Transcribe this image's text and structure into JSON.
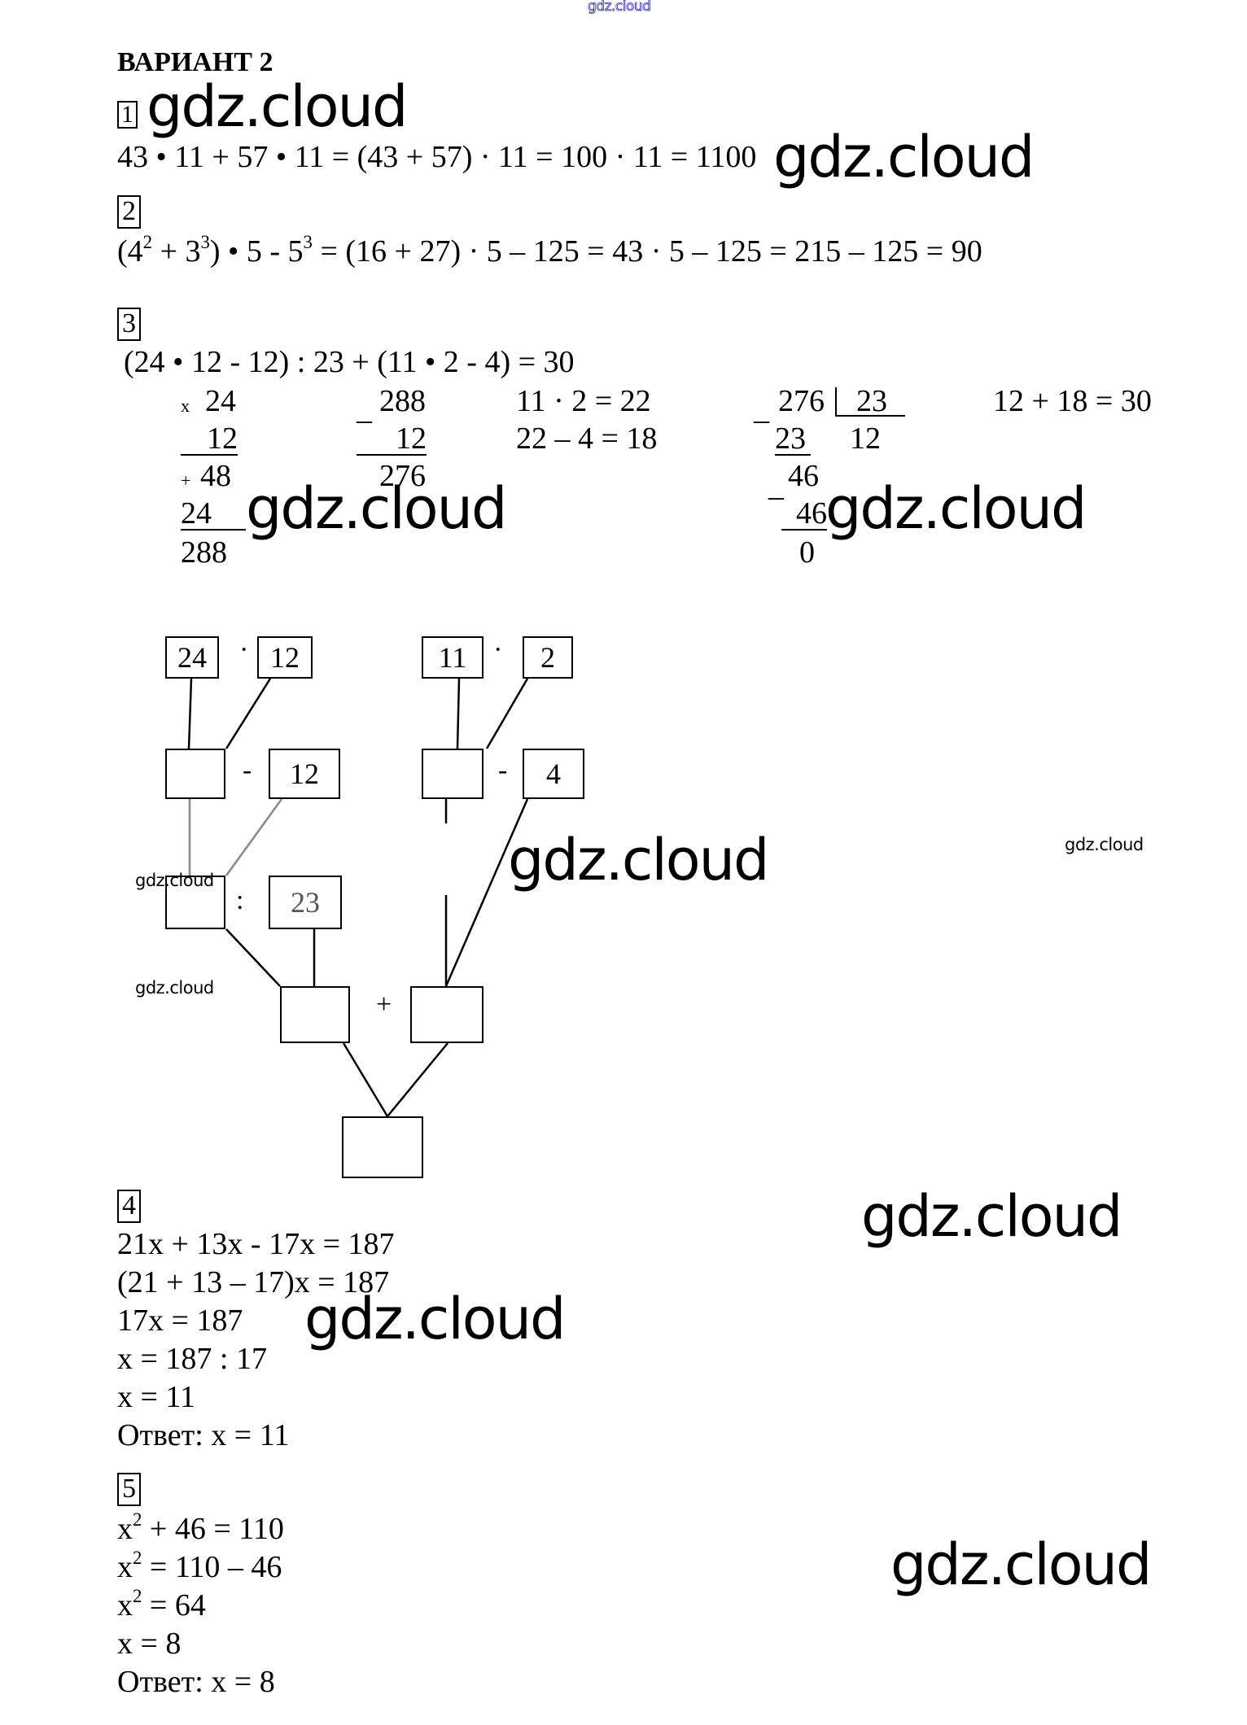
{
  "watermark": {
    "text": "gdz.cloud",
    "top_color": "#2b2bb0"
  },
  "title": "ВАРИАНТ 2",
  "problems": {
    "p1": {
      "number": "1",
      "line": "43 • 11 + 57 • 11 = (43 + 57) · 11 = 100 · 11 = 1100"
    },
    "p2": {
      "number": "2",
      "line_prefix_open": "(4",
      "exp1": "2",
      "plus": " + 3",
      "exp2": "3",
      "mid": ") • 5 - 5",
      "exp3": "3",
      "rest": " = (16 + 27) · 5 – 125 = 43 · 5 – 125 = 215 – 125 = 90"
    },
    "p3": {
      "number": "3",
      "expression": "(24 • 12 - 12) : 23 + (11 • 2 - 4) = 30",
      "mult": {
        "sign": "x",
        "a": "24",
        "b": "12",
        "plus_sign": "+",
        "partial1": "48",
        "partial2": "24",
        "result": "288"
      },
      "sub": {
        "sign": "_",
        "a": "288",
        "b": "12",
        "result": "276"
      },
      "side_calc": [
        "11 · 2 = 22",
        "22 – 4 = 18"
      ],
      "division": {
        "sign": "_",
        "dividend": "276",
        "divisor": "23",
        "step1": "23",
        "quotient": "12",
        "sign2": "_",
        "step2": "46",
        "step3": "46",
        "remainder": "0"
      },
      "final": "12 + 18 = 30",
      "tree": {
        "left_top": [
          "24",
          "·",
          "12"
        ],
        "right_top": [
          "11",
          "·",
          "2"
        ],
        "left_mid_op": "-",
        "left_mid_value": "12",
        "right_mid_op": "-",
        "right_mid_value": "4",
        "left_low_op": ":",
        "left_low_value": "23",
        "sum_op": "+"
      }
    },
    "p4": {
      "number": "4",
      "lines": [
        "21x + 13x - 17x = 187",
        "(21 + 13 – 17)x = 187",
        "17x = 187",
        "x = 187 : 17",
        "x = 11",
        "Ответ: x = 11"
      ]
    },
    "p5": {
      "number": "5",
      "l1_base": "x",
      "l1_exp": "2",
      "l1_rest": " + 46 = 110",
      "l2_base": "x",
      "l2_exp": "2",
      "l2_rest": " = 110 – 46",
      "l3_base": "x",
      "l3_exp": "2",
      "l3_rest": " = 64",
      "l4": "x = 8",
      "l5": "Ответ: x = 8"
    }
  }
}
